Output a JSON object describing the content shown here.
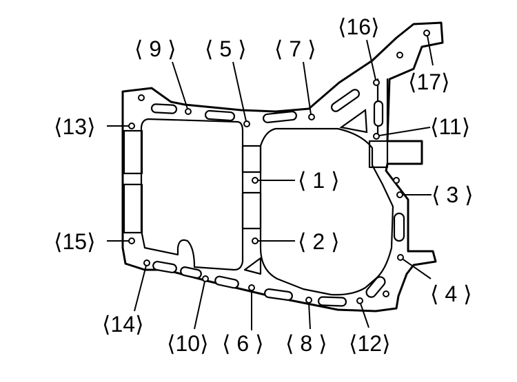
{
  "labels": [
    {
      "id": "1",
      "text": "⟨ 1 ⟩"
    },
    {
      "id": "2",
      "text": "⟨ 2 ⟩"
    },
    {
      "id": "3",
      "text": "⟨ 3 ⟩"
    },
    {
      "id": "4",
      "text": "⟨ 4 ⟩"
    },
    {
      "id": "5",
      "text": "⟨ 5 ⟩"
    },
    {
      "id": "6",
      "text": "⟨ 6 ⟩"
    },
    {
      "id": "7",
      "text": "⟨ 7 ⟩"
    },
    {
      "id": "8",
      "text": "⟨ 8 ⟩"
    },
    {
      "id": "9",
      "text": "⟨ 9 ⟩"
    },
    {
      "id": "10",
      "text": "⟨10⟩"
    },
    {
      "id": "11",
      "text": "⟨11⟩"
    },
    {
      "id": "12",
      "text": "⟨12⟩"
    },
    {
      "id": "13",
      "text": "⟨13⟩"
    },
    {
      "id": "14",
      "text": "⟨14⟩"
    },
    {
      "id": "15",
      "text": "⟨15⟩"
    },
    {
      "id": "16",
      "text": "⟨16⟩"
    },
    {
      "id": "17",
      "text": "⟨17⟩"
    }
  ]
}
